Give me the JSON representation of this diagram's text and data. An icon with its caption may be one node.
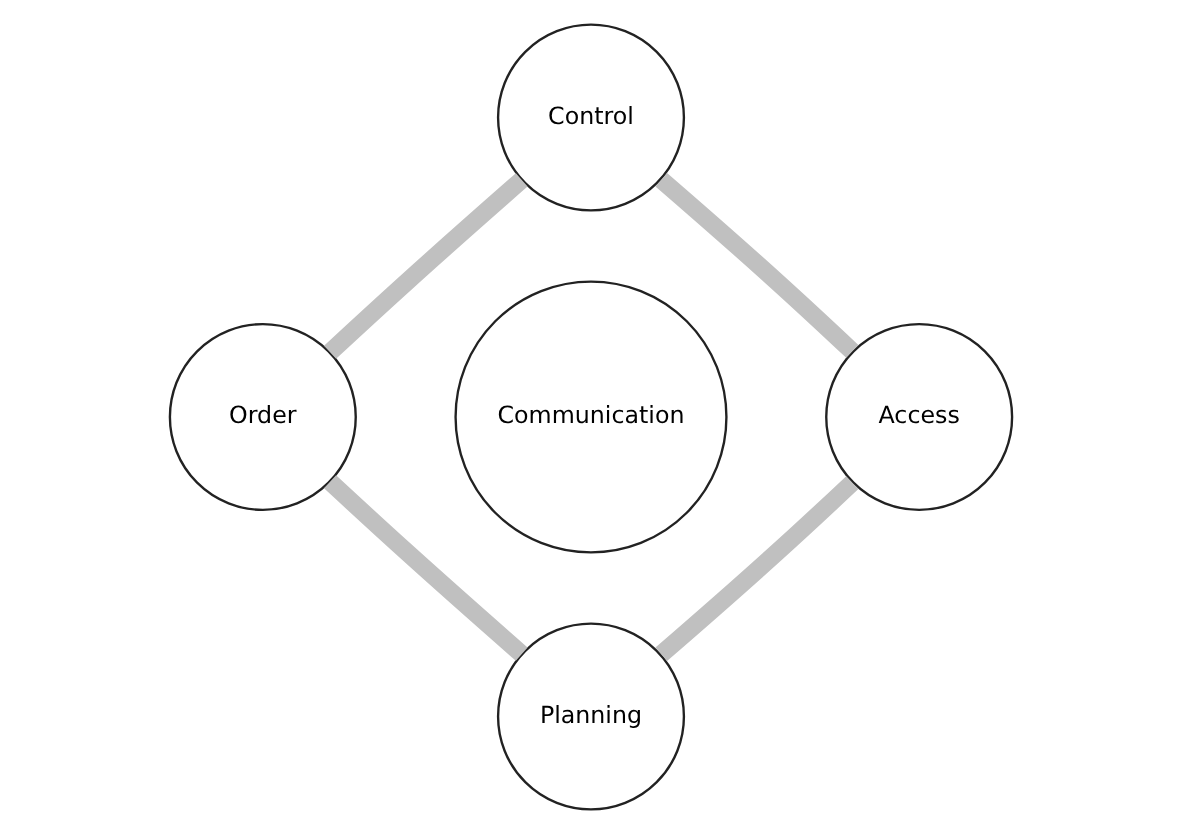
{
  "diagram": {
    "nodes": [
      {
        "text": [
          "Control"
        ]
      },
      {
        "text": [
          "Order"
        ]
      },
      {
        "text": [
          "Communication"
        ]
      },
      {
        "text": [
          "Access"
        ]
      },
      {
        "text": [
          "Planning"
        ]
      }
    ],
    "edges": [
      {
        "from": 0,
        "to": 3,
        "arrow": "none"
      },
      {
        "from": 3,
        "to": 4,
        "arrow": "none"
      },
      {
        "from": 4,
        "to": 1,
        "arrow": "none"
      },
      {
        "from": 1,
        "to": 0,
        "arrow": "none"
      }
    ]
  }
}
